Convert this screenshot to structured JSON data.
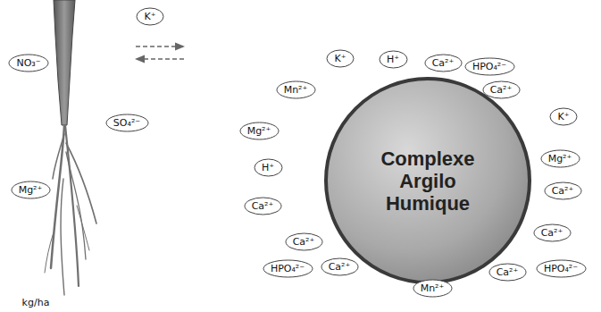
{
  "diagram": {
    "nodes": [
      {
        "text": [
          "K⁺"
        ]
      },
      {
        "text": [
          "NO₃⁻"
        ]
      },
      {
        "text": [
          "SO₄²⁻"
        ]
      },
      {
        "text": [
          "Mg²⁺"
        ]
      },
      {
        "text": [
          "Complexe Argilo Humique"
        ]
      },
      {
        "text": [
          "K⁺"
        ]
      },
      {
        "text": [
          "H⁺"
        ]
      },
      {
        "text": [
          "Ca²⁺"
        ]
      },
      {
        "text": [
          "HPO₄²⁻"
        ]
      },
      {
        "text": [
          "Ca²⁺"
        ]
      },
      {
        "text": [
          "Mn²⁺"
        ]
      },
      {
        "text": [
          "K⁺"
        ]
      },
      {
        "text": [
          "Mg²⁺"
        ]
      },
      {
        "text": [
          "Mg²⁺"
        ]
      },
      {
        "text": [
          "H⁺"
        ]
      },
      {
        "text": [
          "Ca²⁺"
        ]
      },
      {
        "text": [
          "Ca²⁺"
        ]
      },
      {
        "text": [
          "Ca²⁺"
        ]
      },
      {
        "text": [
          "Ca²⁺"
        ]
      },
      {
        "text": [
          "HPO₄²⁻"
        ]
      },
      {
        "text": [
          "Ca²⁺"
        ]
      },
      {
        "text": [
          "Ca²⁺"
        ]
      },
      {
        "text": [
          "HPO₄²⁻"
        ]
      },
      {
        "text": [
          "Mn²⁺"
        ]
      }
    ],
    "labels": [
      "kg/ha"
    ]
  }
}
